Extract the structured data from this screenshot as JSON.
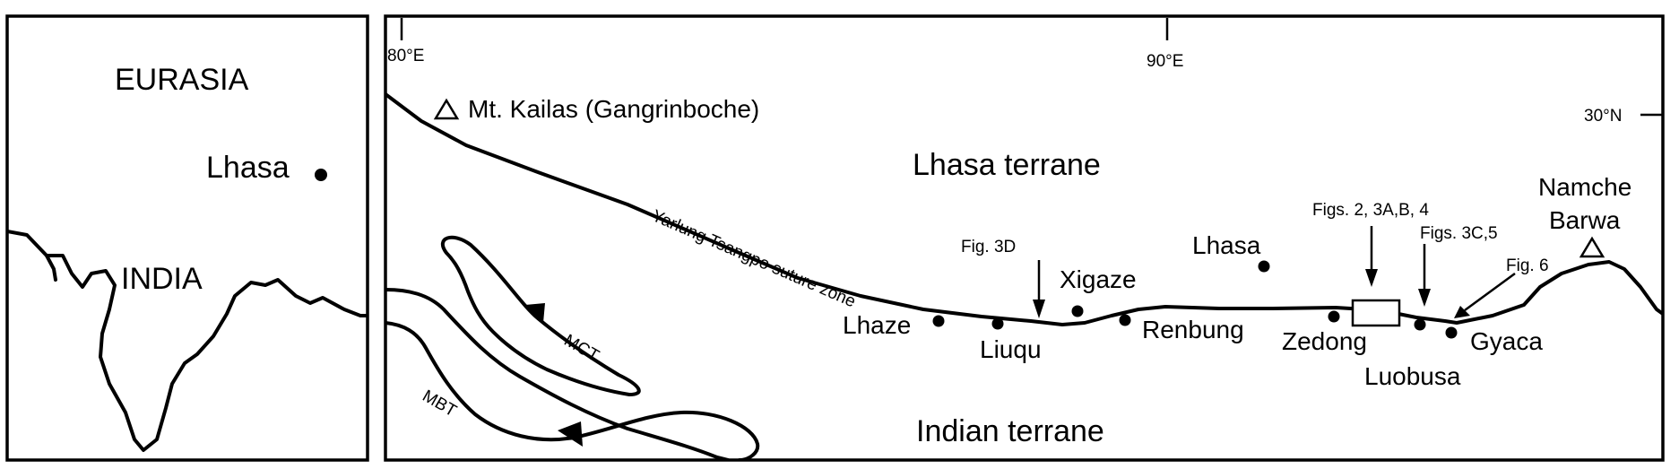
{
  "inset": {
    "continent": "EURASIA",
    "subcontinent": "INDIA",
    "city": "Lhasa"
  },
  "graticule": {
    "lon_80": "80°E",
    "lon_90": "90°E",
    "lat_30": "30°N"
  },
  "peaks": {
    "kailas": "Mt. Kailas (Gangrinboche)",
    "namche_line1": "Namche",
    "namche_line2": "Barwa"
  },
  "terranes": {
    "north": "Lhasa terrane",
    "south": "Indian terrane"
  },
  "suture_label": "Yarlung Tsangpo suture zone",
  "faults": {
    "mct": "MCT",
    "mbt": "MBT"
  },
  "localities": {
    "lhaze": "Lhaze",
    "liuqu": "Liuqu",
    "xigaze": "Xigaze",
    "renbung": "Renbung",
    "lhasa": "Lhasa",
    "zedong": "Zedong",
    "luobusa": "Luobusa",
    "gyaca": "Gyaca"
  },
  "figure_refs": {
    "fig3d": "Fig. 3D",
    "figs2": "Figs. 2, 3A,B, 4",
    "figs3c": "Figs. 3C,5",
    "fig6": "Fig. 6"
  }
}
